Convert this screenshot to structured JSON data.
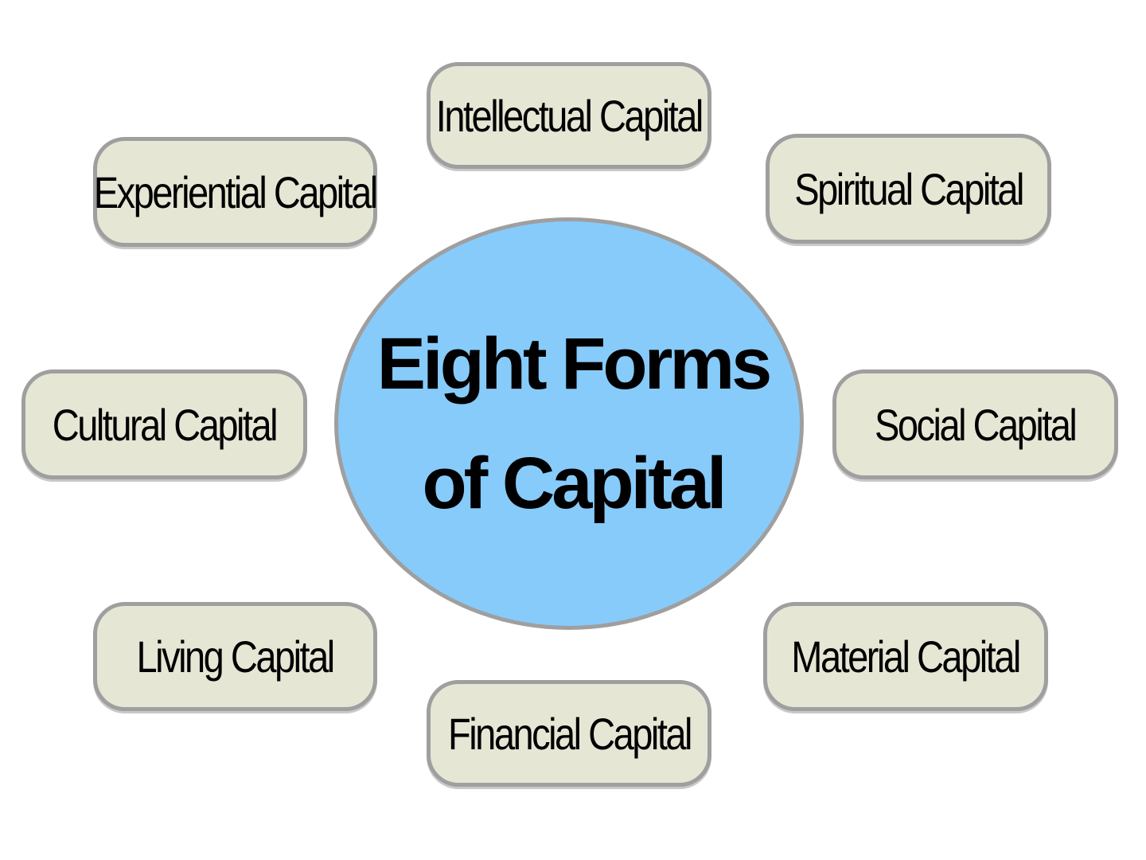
{
  "center": {
    "line1": "Eight Forms",
    "line2": "of Capital"
  },
  "nodes": {
    "intellectual": "Intellectual Capital",
    "experiential": "Experiential Capital",
    "spiritual": "Spiritual Capital",
    "cultural": "Cultural Capital",
    "social": "Social Capital",
    "living": "Living Capital",
    "material": "Material Capital",
    "financial": "Financial Capital"
  },
  "colors": {
    "center_fill": "#87cbfb",
    "node_fill": "#e6e6d5",
    "border": "#9f9f9f",
    "text": "#000000"
  }
}
